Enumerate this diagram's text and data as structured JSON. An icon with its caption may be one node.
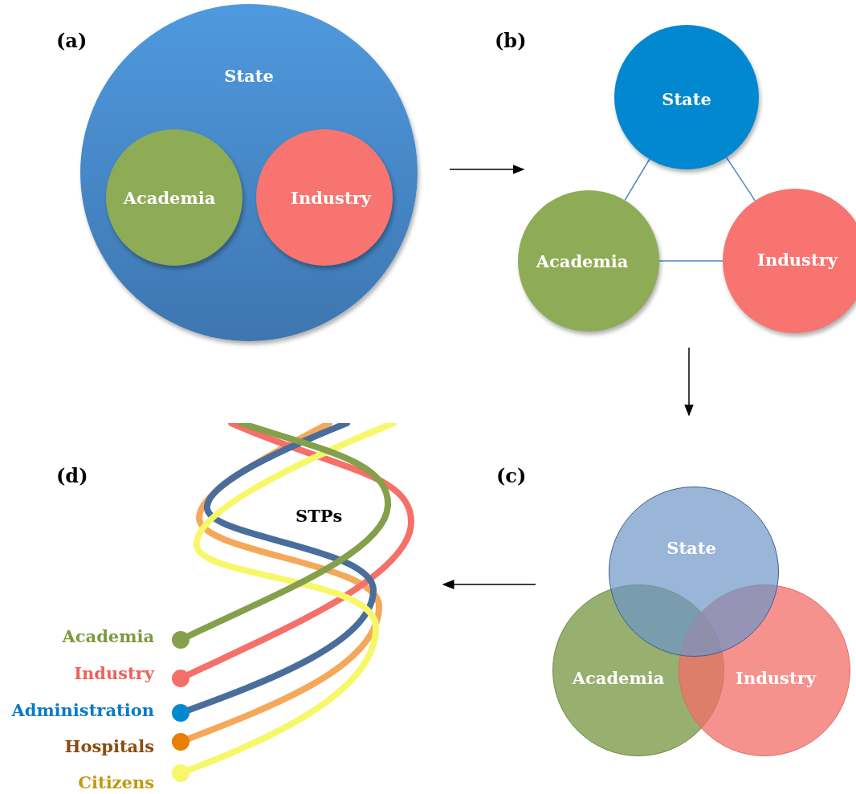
{
  "diagram": {
    "nodes": [
      {
        "text": [
          "State"
        ]
      },
      {
        "text": [
          "Academia"
        ],
        "in": 0
      },
      {
        "text": [
          "Industry"
        ],
        "in": 0
      },
      {
        "text": [
          "State"
        ]
      },
      {
        "text": [
          "Academia"
        ]
      },
      {
        "text": [
          "Industry"
        ]
      },
      {
        "text": [
          "State"
        ]
      },
      {
        "text": [
          "Academia"
        ]
      },
      {
        "text": [
          "Industry"
        ]
      }
    ],
    "edges": [
      {
        "from": 3,
        "to": 4,
        "arrow": "none"
      },
      {
        "from": 3,
        "to": 5,
        "arrow": "none"
      },
      {
        "from": 4,
        "to": 5,
        "arrow": "none"
      }
    ],
    "labels": [
      "(a)",
      "(b)",
      "(d)",
      "STPs",
      "(c)",
      "Academia",
      "Industry",
      "Administration",
      "Hospitals",
      "Citizens"
    ]
  }
}
